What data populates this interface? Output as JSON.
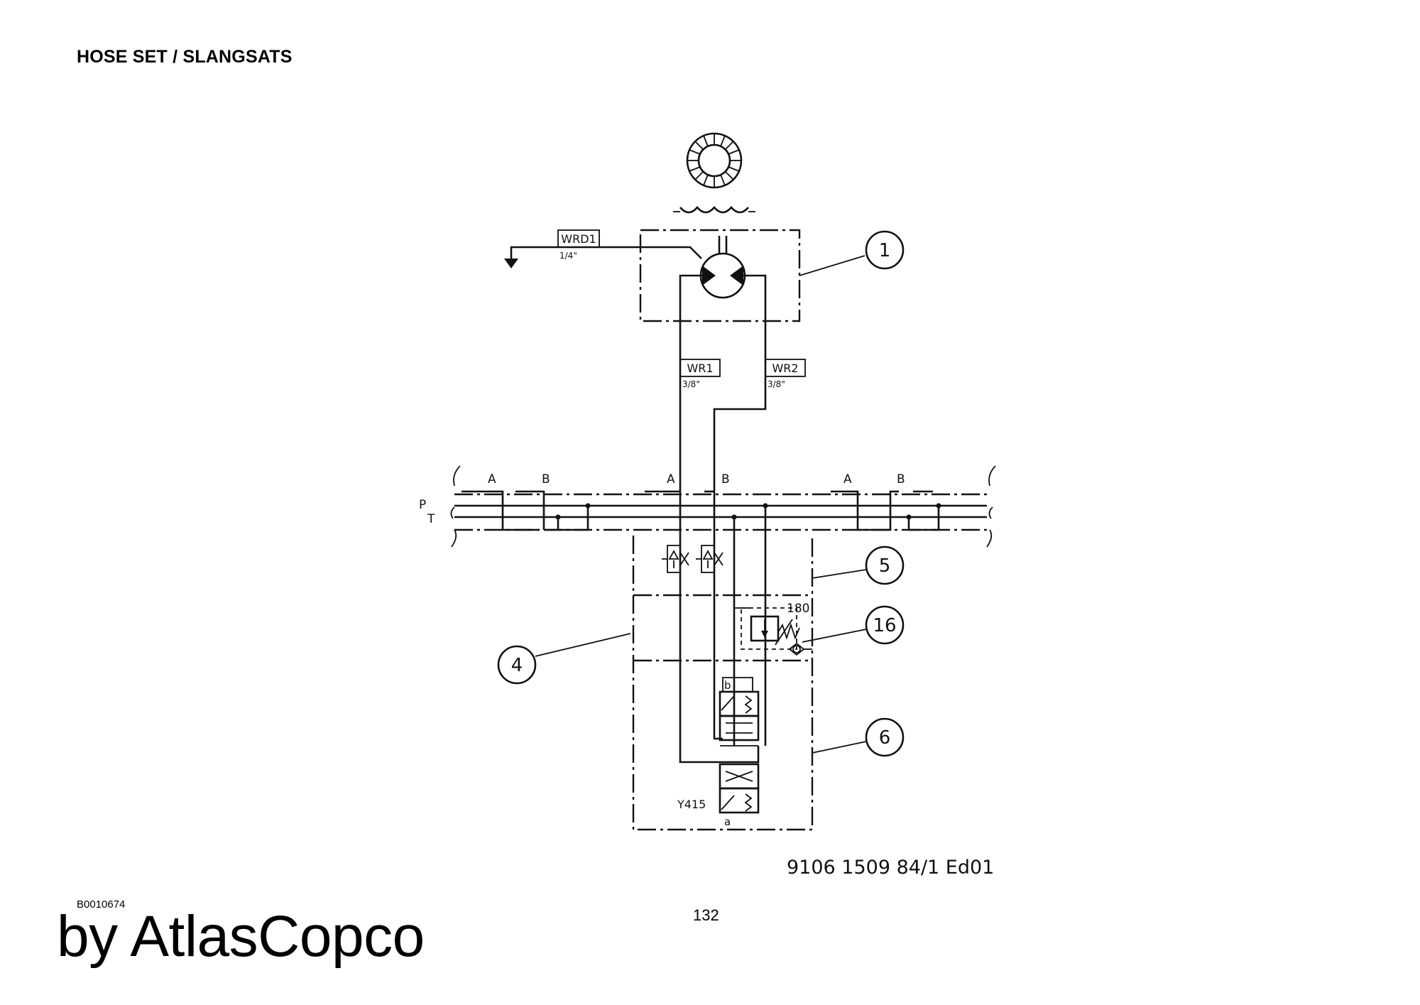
{
  "page": {
    "title": "HOSE SET / SLANGSATS",
    "drawing_number": "B0010674",
    "page_number": "132",
    "brand": "by AtlasCopco"
  },
  "diagram": {
    "part_number": "9106 1509 84/1  Ed01",
    "hoses": [
      {
        "label": "WRD1",
        "size": "1/4\""
      },
      {
        "label": "WR1",
        "size": "3/8\""
      },
      {
        "label": "WR2",
        "size": "3/8\""
      }
    ],
    "callouts": [
      "1",
      "4",
      "5",
      "16",
      "6"
    ],
    "port_labels": [
      "A",
      "B",
      "A",
      "B",
      "A",
      "B"
    ],
    "line_labels": {
      "pressure": "P",
      "tank": "T"
    },
    "valve_label": "Y415",
    "relief_setting": "180",
    "solenoid_labels": {
      "top": "b",
      "bottom": "a"
    }
  }
}
